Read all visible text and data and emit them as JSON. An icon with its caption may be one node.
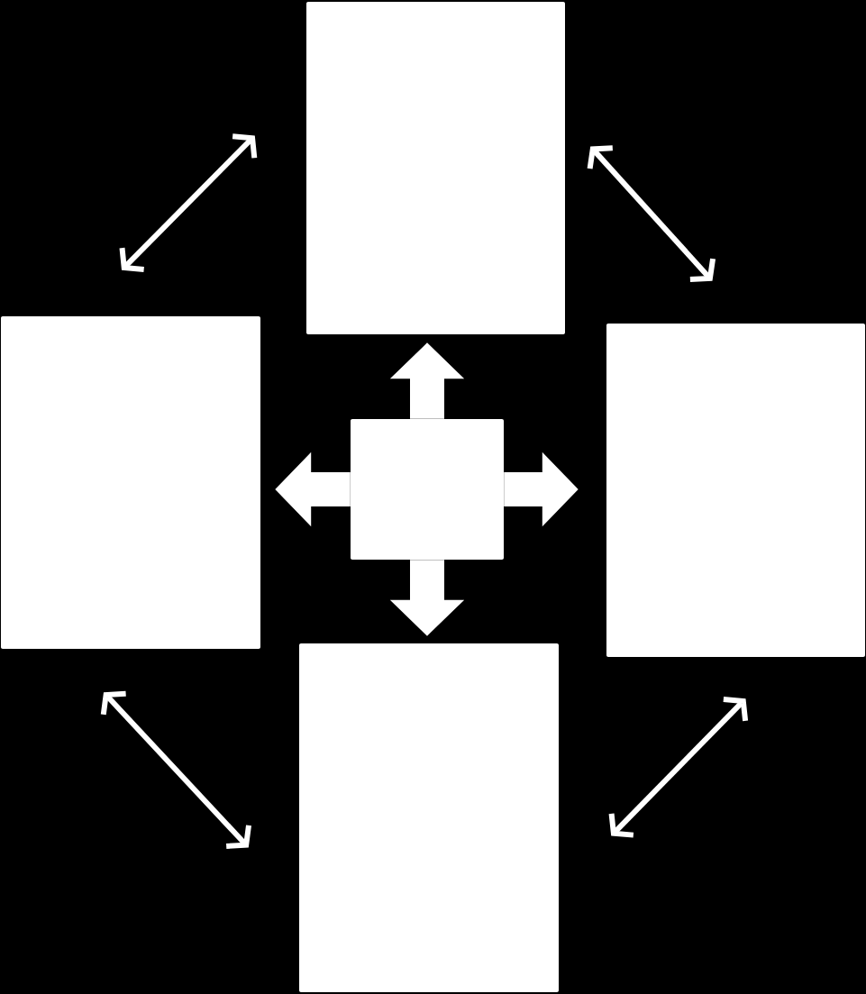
{
  "diagram": {
    "nodes": [
      {
        "text": [],
        "shape": "box"
      },
      {
        "text": [],
        "shape": "box"
      },
      {
        "text": [],
        "shape": "box"
      },
      {
        "text": [],
        "shape": "box"
      },
      {
        "text": [],
        "shape": "box"
      }
    ],
    "edges": [
      {
        "from": 1,
        "to": 0,
        "arrow": "both"
      },
      {
        "from": 0,
        "to": 3,
        "arrow": "both"
      },
      {
        "from": 3,
        "to": 4,
        "arrow": "both"
      },
      {
        "from": 4,
        "to": 1,
        "arrow": "both"
      },
      {
        "from": 2,
        "to": 0,
        "arrow": "to",
        "style": "thick"
      },
      {
        "from": 2,
        "to": 1,
        "arrow": "to",
        "style": "thick"
      },
      {
        "from": 2,
        "to": 3,
        "arrow": "to",
        "style": "thick"
      },
      {
        "from": 2,
        "to": 4,
        "arrow": "to",
        "style": "thick"
      }
    ]
  }
}
